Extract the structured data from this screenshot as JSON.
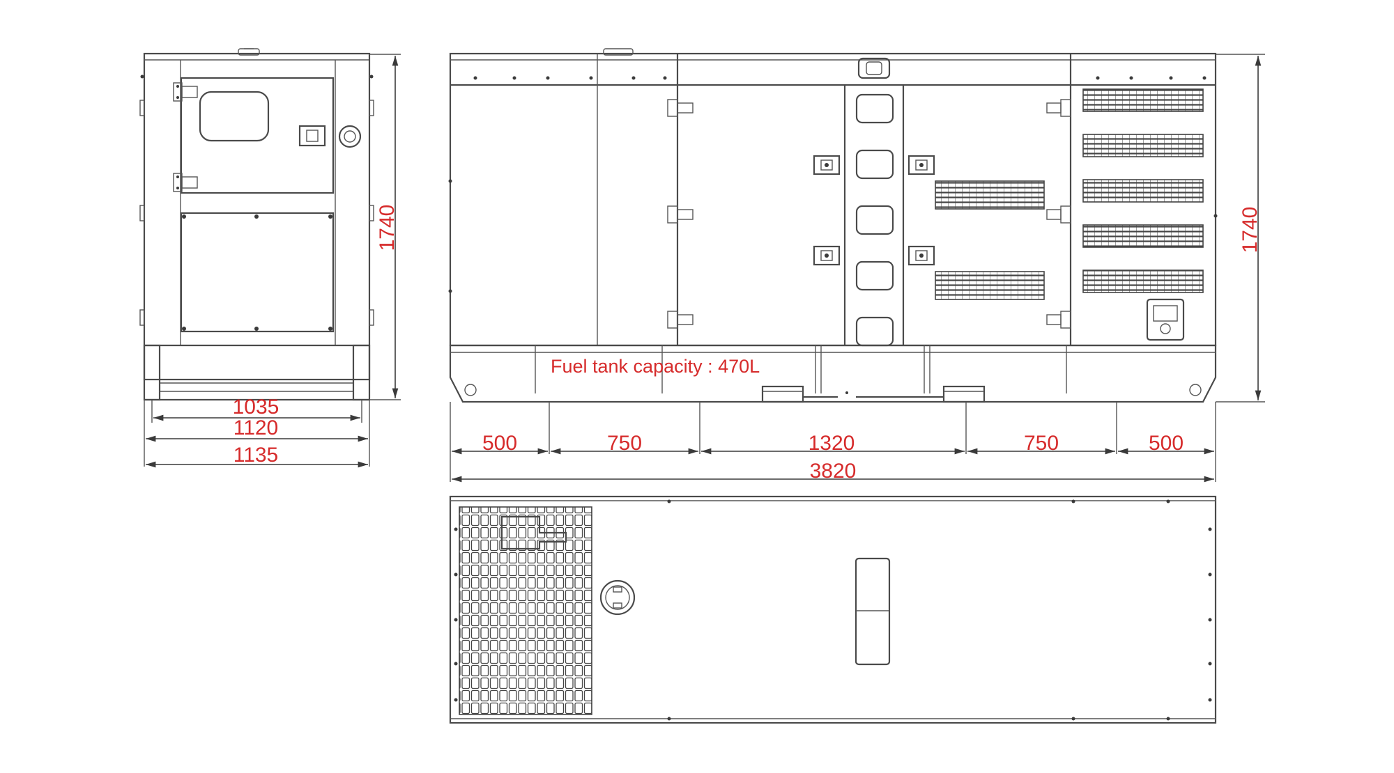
{
  "dimensions": {
    "front_height": "1740",
    "front_inner_width": "1035",
    "front_mid_width": "1120",
    "front_outer_width": "1135",
    "side_height": "1740",
    "seg1": "500",
    "seg2": "750",
    "seg3": "1320",
    "seg4": "750",
    "seg5": "500",
    "total_length": "3820"
  },
  "annotations": {
    "fuel_tank": "Fuel tank capacity : 470L"
  },
  "colors": {
    "dimension_text": "#d62b2b",
    "line": "#4a4a4a"
  }
}
